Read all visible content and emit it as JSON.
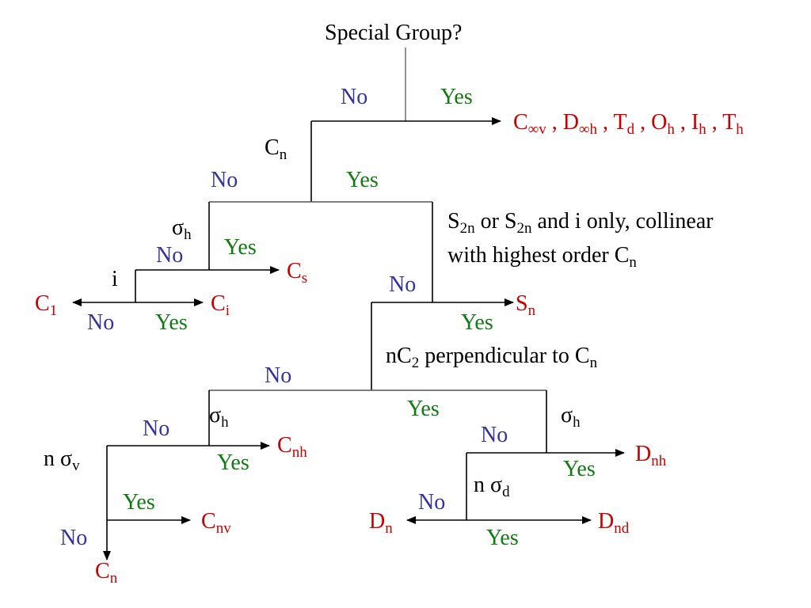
{
  "title": "Special Group?",
  "special_groups": [
    {
      "main": "C",
      "sub": "∞v"
    },
    {
      "sep": " , "
    },
    {
      "main": "D",
      "sub": "∞h"
    },
    {
      "sep": " , "
    },
    {
      "main": "T",
      "sub": "d"
    },
    {
      "sep": " , "
    },
    {
      "main": "O",
      "sub": "h"
    },
    {
      "sep": " , "
    },
    {
      "main": "I",
      "sub": "h"
    },
    {
      "sep": " , "
    },
    {
      "main": "T",
      "sub": "h"
    }
  ],
  "answers": {
    "no": "No",
    "yes": "Yes"
  },
  "questions": {
    "cn": {
      "main": "C",
      "sub": "n"
    },
    "sigma_h": {
      "main": "σ",
      "sub": "h"
    },
    "i": "i",
    "s2n_line1": {
      "a": "S",
      "a_sub": "2n",
      "b": " or S",
      "b_sub": "2n",
      "c": " and i only, collinear"
    },
    "s2n_line2": {
      "a": "with highest order C",
      "a_sub": "n"
    },
    "nc2": {
      "a": "nC",
      "a_sub": "2",
      "b": " perpendicular to C",
      "b_sub": "n"
    },
    "n_sigma_v": {
      "main": "n σ",
      "sub": "v"
    },
    "n_sigma_d": {
      "main": "n σ",
      "sub": "d"
    }
  },
  "results": {
    "cs": {
      "main": "C",
      "sub": "s"
    },
    "c1": {
      "main": "C",
      "sub": "1"
    },
    "ci": {
      "main": "C",
      "sub": "i"
    },
    "sn": {
      "main": "S",
      "sub": "n"
    },
    "cnh": {
      "main": "C",
      "sub": "nh"
    },
    "cnv": {
      "main": "C",
      "sub": "nv"
    },
    "cn": {
      "main": "C",
      "sub": "n"
    },
    "dnh": {
      "main": "D",
      "sub": "nh"
    },
    "dn": {
      "main": "D",
      "sub": "n"
    },
    "dnd": {
      "main": "D",
      "sub": "nd"
    }
  },
  "colors": {
    "no": "#333399",
    "yes": "#117a11",
    "result": "#cc0000",
    "line": "#000000"
  }
}
